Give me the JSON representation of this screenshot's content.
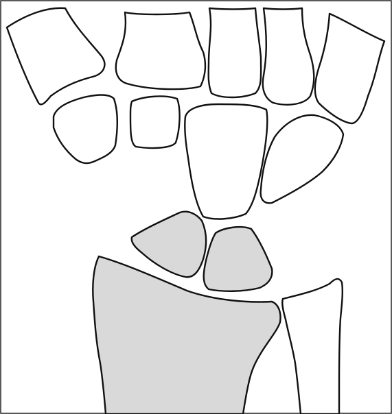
{
  "diagram": {
    "colors": {
      "background": "#ffffff",
      "outline": "#111111",
      "border": "#222222",
      "unshaded_fill": "#ffffff",
      "shaded_fill": "#d9d9d9"
    },
    "bones": [
      {
        "id": "metacarpal-1",
        "shaded": false
      },
      {
        "id": "metacarpal-2",
        "shaded": false
      },
      {
        "id": "metacarpal-3",
        "shaded": false
      },
      {
        "id": "metacarpal-4",
        "shaded": false
      },
      {
        "id": "metacarpal-5",
        "shaded": false
      },
      {
        "id": "trapezium",
        "shaded": false
      },
      {
        "id": "trapezoid",
        "shaded": false
      },
      {
        "id": "capitate",
        "shaded": false
      },
      {
        "id": "hamate",
        "shaded": false
      },
      {
        "id": "scaphoid",
        "shaded": true
      },
      {
        "id": "lunate",
        "shaded": true
      },
      {
        "id": "radius",
        "shaded": true
      },
      {
        "id": "ulna",
        "shaded": false
      }
    ]
  }
}
